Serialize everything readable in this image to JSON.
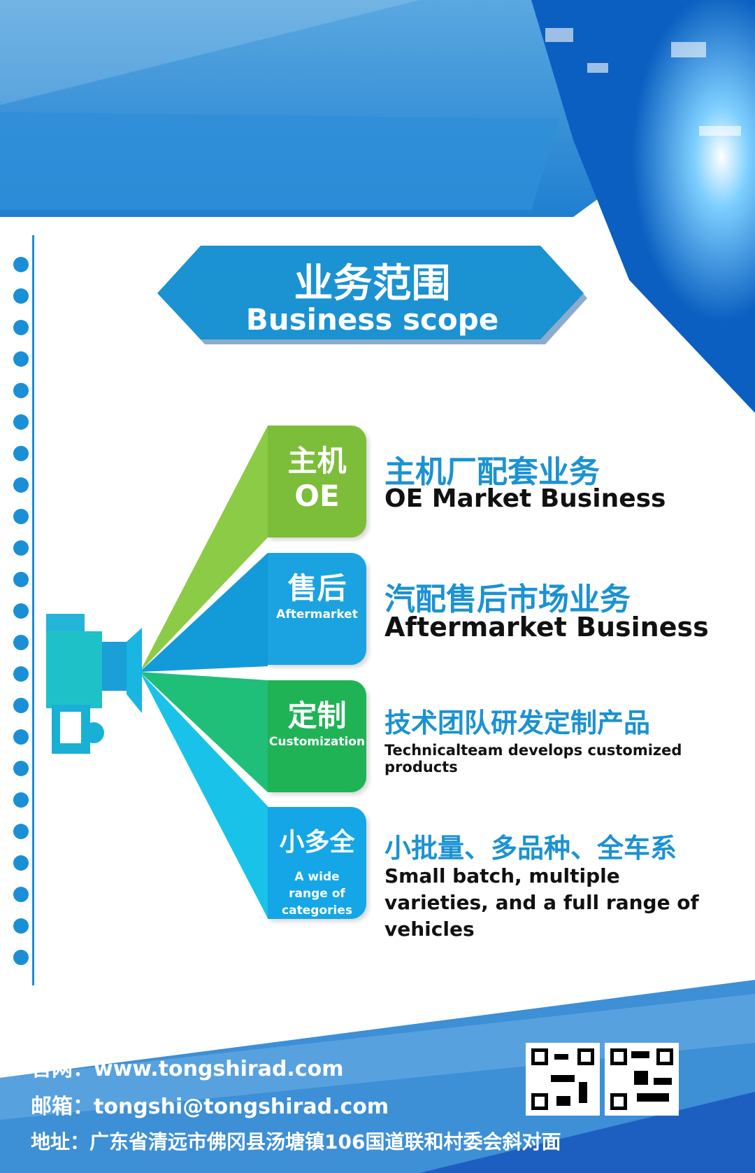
{
  "header": {
    "title_cn": "业务范围",
    "title_en": "Business scope"
  },
  "items": [
    {
      "tag_cn": "主机",
      "tag_en": "OE",
      "title": "主机厂配套业务",
      "subtitle": "OE Market Business",
      "color": "#7cbd3a"
    },
    {
      "tag_cn": "售后",
      "tag_en": "Aftermarket",
      "title": "汽配售后市场业务",
      "subtitle": "Aftermarket Business",
      "color": "#1aa3e0"
    },
    {
      "tag_cn": "定制",
      "tag_en": "Customization",
      "title": "技术团队研发定制产品",
      "subtitle": "Technicalteam develops customized products",
      "color": "#1fb356"
    },
    {
      "tag_cn": "小多全",
      "tag_en": "A wide range of categories",
      "title": "小批量、多品种、全车系",
      "subtitle": "Small batch, multiple varieties, and a full range of vehicles",
      "color": "#14a6e6"
    }
  ],
  "footer": {
    "website": "官网：www.tongshirad.com",
    "email": "邮箱：tongshi@tongshirad.com",
    "address": "地址：广东省清远市佛冈县汤塘镇106国道联和村委会斜对面"
  }
}
